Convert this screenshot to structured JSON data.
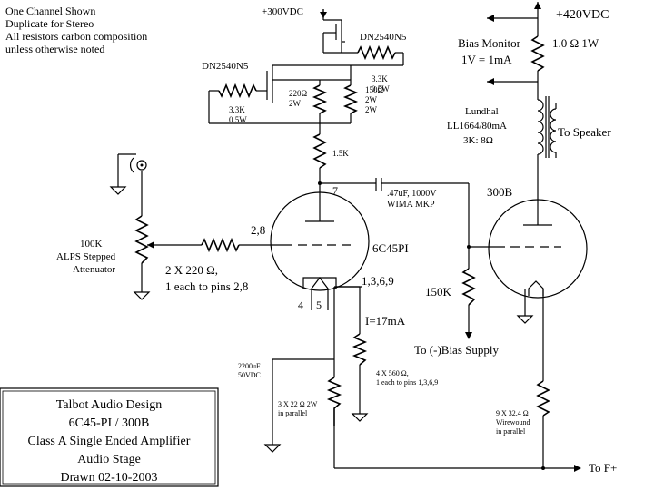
{
  "notes": {
    "line1": "One Channel Shown",
    "line2": "Duplicate for Stereo",
    "line3": "All resistors carbon composition",
    "line4": "unless otherwise noted"
  },
  "supply_top": "+300VDC",
  "supply_hv": "+420VDC",
  "mosfet_top": "DN2540N5",
  "mosfet_left": "DN2540N5",
  "r_left": {
    "value": "3.3K",
    "power": "0.5W"
  },
  "r_top": {
    "value": "3.3K",
    "power": "0.5W"
  },
  "r_220": {
    "value": "220Ω",
    "power": "2W"
  },
  "r_150": {
    "value": "150Ω",
    "power": "2W"
  },
  "r_15k": "1.5K",
  "pin_plate": "7",
  "cap_coupling": {
    "value": ".47uF, 1000V",
    "type": "WIMA MKP"
  },
  "bias_monitor": {
    "label": "Bias Monitor",
    "scale": "1V = 1mA"
  },
  "r_bias_monitor": "1.0 Ω 1W",
  "transformer": {
    "name": "Lundhal",
    "model": "LL1664/80mA",
    "ratio": "3K: 8Ω"
  },
  "to_speaker": "To Speaker",
  "output_tube": "300B",
  "input_tube": "6C45PI",
  "attenuator": {
    "value": "100K",
    "line2": "ALPS Stepped",
    "line3": "Attenuator"
  },
  "grid_pins": "2,8",
  "grid_stopper": {
    "line1": "2 X 220 Ω,",
    "line2": "1 each to pins 2,8"
  },
  "cathode_pins": "1,3,6,9",
  "heater_pin4": "4",
  "heater_pin5": "5",
  "r_grid_leak": "150K",
  "current": "I=17mA",
  "bias_supply": "To (-)Bias Supply",
  "cap_cathode": {
    "value": "2200uF",
    "voltage": "50VDC"
  },
  "r_cathode": {
    "value": "4 X 560 Ω,",
    "note": "1 each to pins 1,3,6,9"
  },
  "r_cathode_bypass": {
    "value": "3 X 22 Ω 2W",
    "note": "in parallel"
  },
  "r_wirewound": {
    "value": "9 X 32.4 Ω",
    "type": "Wirewound",
    "note": "in parallel"
  },
  "to_filament": "To F+",
  "title_block": {
    "line1": "Talbot Audio Design",
    "line2": "6C45-PI / 300B",
    "line3": "Class A Single Ended Amplifier",
    "line4": "Audio Stage",
    "line5": "Drawn 02-10-2003"
  }
}
